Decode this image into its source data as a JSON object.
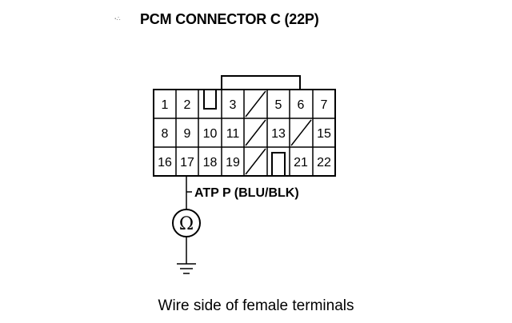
{
  "title": "PCM CONNECTOR C (22P)",
  "title_specks": "ꞏ∴",
  "connector": {
    "row1": [
      "1",
      "2",
      "",
      "3",
      "",
      "5",
      "6",
      "7"
    ],
    "row2": [
      "8",
      "9",
      "10",
      "11",
      "",
      "13",
      "",
      "15"
    ],
    "row3": [
      "16",
      "17",
      "18",
      "19",
      "",
      "",
      "21",
      "22"
    ]
  },
  "wire_label": "ATP P (BLU/BLK)",
  "meter_symbol": "Ω",
  "caption": "Wire side of female terminals"
}
